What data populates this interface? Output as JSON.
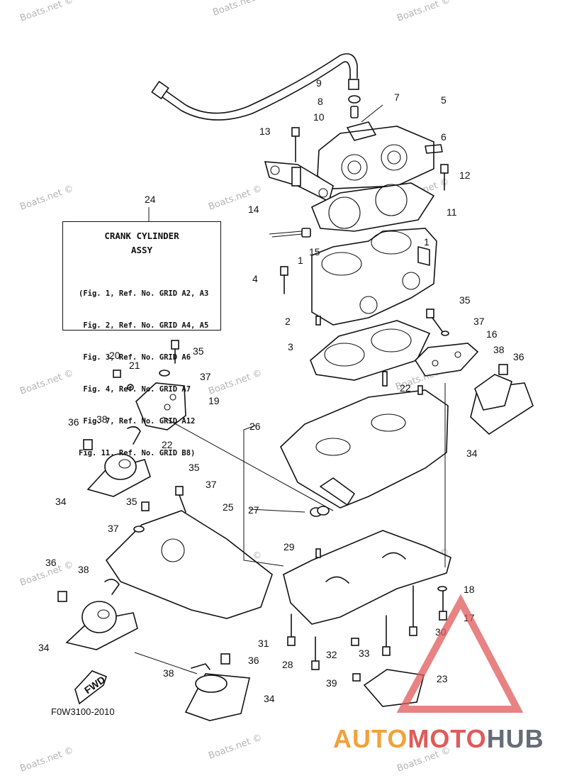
{
  "watermark": "Boats.net ©",
  "legend": {
    "ref_number": "24",
    "title": "CRANK CYLINDER\nASSY",
    "lines": [
      "(Fig. 1, Ref. No. GRID A2, A3",
      " Fig. 2, Ref. No. GRID A4, A5",
      " Fig. 3, Ref. No. GRID A6",
      " Fig. 4, Ref. No. GRID A7",
      " Fig. 7, Ref. No. GRID A12",
      "Fig. 11, Ref. No. GRID B8)"
    ]
  },
  "callouts": [
    "1",
    "1",
    "2",
    "3",
    "4",
    "5",
    "6",
    "7",
    "8",
    "9",
    "10",
    "11",
    "12",
    "13",
    "14",
    "15",
    "16",
    "17",
    "18",
    "19",
    "20",
    "21",
    "22",
    "22",
    "23",
    "25",
    "26",
    "27",
    "28",
    "29",
    "30",
    "31",
    "32",
    "33",
    "34",
    "34",
    "34",
    "34",
    "35",
    "35",
    "35",
    "35",
    "36",
    "36",
    "36",
    "36",
    "37",
    "37",
    "37",
    "37",
    "38",
    "38",
    "38",
    "38",
    "39"
  ],
  "fwd_label": "FWD",
  "figure_code": "F0W3100-2010",
  "brand": {
    "part1": "AUTO",
    "part2": "MOTO",
    "part3": "HUB"
  },
  "colors": {
    "line": "#111111",
    "watermark": "#9a9a9a",
    "brand_orange": "#f0a23a",
    "brand_red": "#e05a5a",
    "brand_gray": "#666c74"
  }
}
